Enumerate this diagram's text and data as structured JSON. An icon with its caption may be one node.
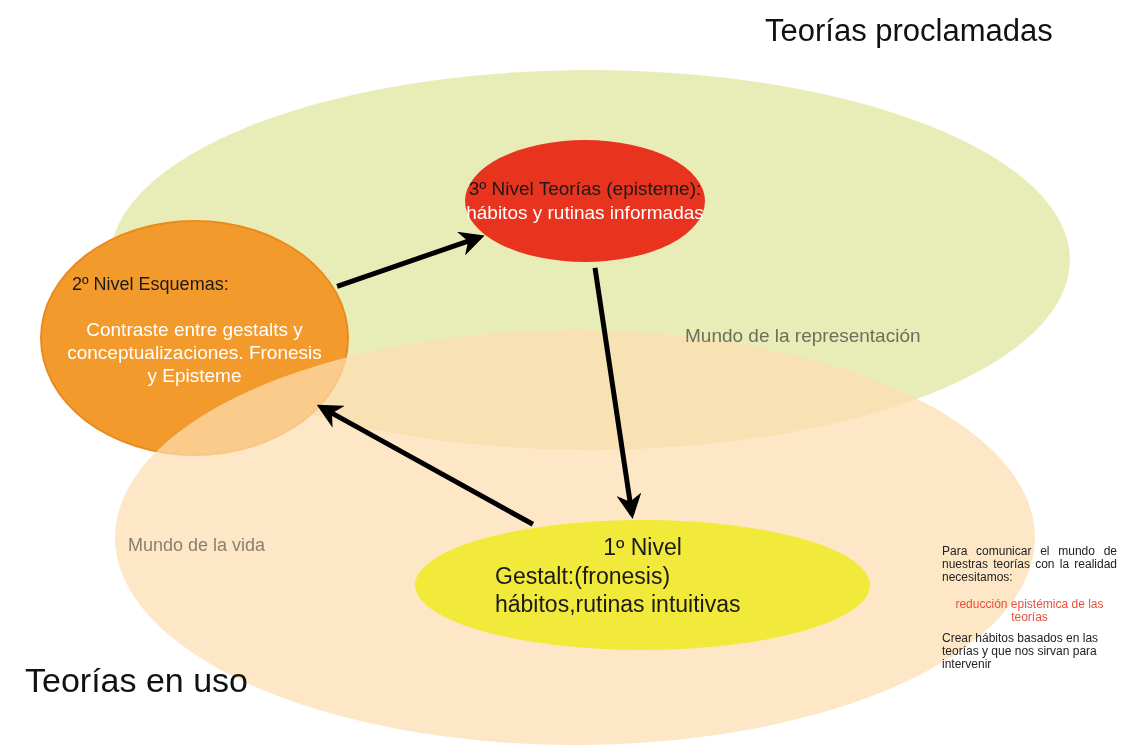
{
  "diagram": {
    "nodes": [
      {
        "text": [
          "Teorías proclamadas",
          "Mundo de la representación"
        ]
      },
      {
        "text": [
          "3º Nivel Teorías (episteme):",
          "hábitos y rutinas informadas"
        ],
        "in": 0
      },
      {
        "text": [
          "2º Nivel Esquemas:",
          "Contraste entre gestalts y conceptualizaciones. Fronesis y Episteme"
        ]
      },
      {
        "text": [
          "Mundo de la vida",
          "Teorías en uso"
        ]
      },
      {
        "text": [
          "1º Nivel",
          "Gestalt:(fronesis) hábitos,rutinas intuitivas"
        ],
        "in": 3
      }
    ],
    "edges": [
      {
        "from": 2,
        "to": 1,
        "arrow": "to"
      },
      {
        "from": 1,
        "to": 4,
        "arrow": "to"
      },
      {
        "from": 4,
        "to": 2,
        "arrow": "to"
      }
    ],
    "labels": [
      "Para comunicar el mundo de nuestras teorías con la realidad necesitamos:",
      "reducción epistémica de las teorías",
      "Crear hábitos basados en las teorías y que nos sirvan para intervenir"
    ]
  }
}
